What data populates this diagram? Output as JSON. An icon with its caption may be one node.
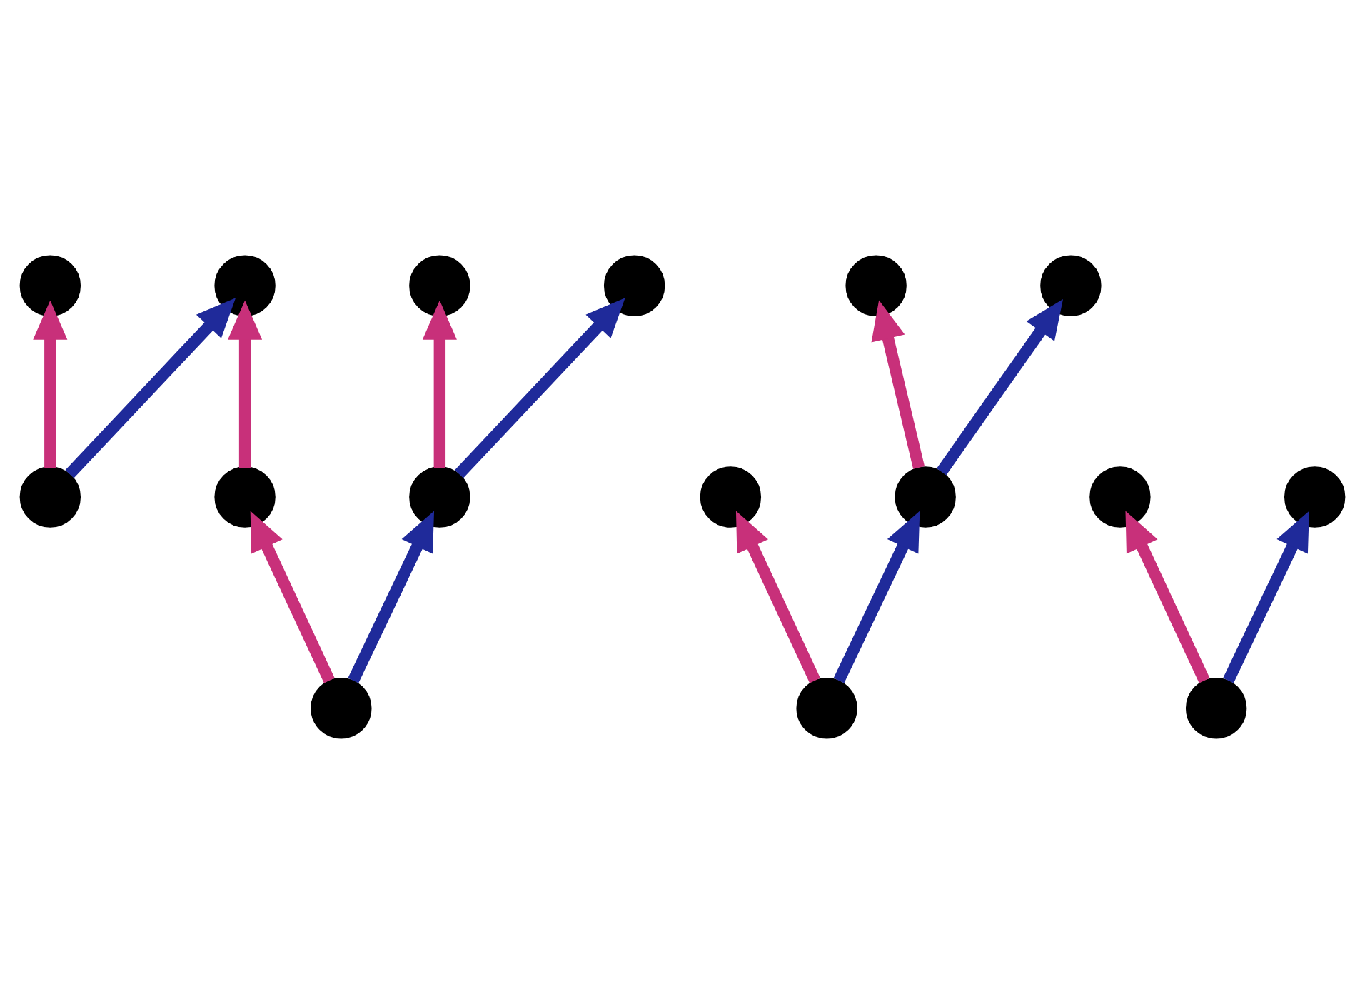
{
  "diagram": {
    "nodes": [
      {
        "text": [],
        "shape": "circle"
      },
      {
        "text": [],
        "shape": "circle"
      },
      {
        "text": [],
        "shape": "circle"
      },
      {
        "text": [],
        "shape": "circle"
      },
      {
        "text": [],
        "shape": "circle"
      },
      {
        "text": [],
        "shape": "circle"
      },
      {
        "text": [],
        "shape": "circle"
      },
      {
        "text": [],
        "shape": "circle"
      },
      {
        "text": [],
        "shape": "circle"
      },
      {
        "text": [],
        "shape": "circle"
      },
      {
        "text": [],
        "shape": "circle"
      },
      {
        "text": [],
        "shape": "circle"
      },
      {
        "text": [],
        "shape": "circle"
      },
      {
        "text": [],
        "shape": "circle"
      },
      {
        "text": [],
        "shape": "circle"
      },
      {
        "text": [],
        "shape": "circle"
      }
    ],
    "edges": [
      {
        "from": 4,
        "to": 0,
        "arrow": "to",
        "color": "#c8307a"
      },
      {
        "from": 4,
        "to": 1,
        "arrow": "to",
        "color": "#1f2a9a"
      },
      {
        "from": 5,
        "to": 1,
        "arrow": "to",
        "color": "#c8307a"
      },
      {
        "from": 6,
        "to": 2,
        "arrow": "to",
        "color": "#c8307a"
      },
      {
        "from": 6,
        "to": 3,
        "arrow": "to",
        "color": "#1f2a9a"
      },
      {
        "from": 9,
        "to": 5,
        "arrow": "to",
        "color": "#c8307a"
      },
      {
        "from": 9,
        "to": 6,
        "arrow": "to",
        "color": "#1f2a9a"
      },
      {
        "from": 11,
        "to": 7,
        "arrow": "to",
        "color": "#c8307a"
      },
      {
        "from": 11,
        "to": 8,
        "arrow": "to",
        "color": "#1f2a9a"
      },
      {
        "from": 14,
        "to": 10,
        "arrow": "to",
        "color": "#c8307a"
      },
      {
        "from": 14,
        "to": 11,
        "arrow": "to",
        "color": "#1f2a9a"
      },
      {
        "from": 15,
        "to": 12,
        "arrow": "to",
        "color": "#c8307a"
      },
      {
        "from": 15,
        "to": 13,
        "arrow": "to",
        "color": "#1f2a9a"
      }
    ]
  }
}
